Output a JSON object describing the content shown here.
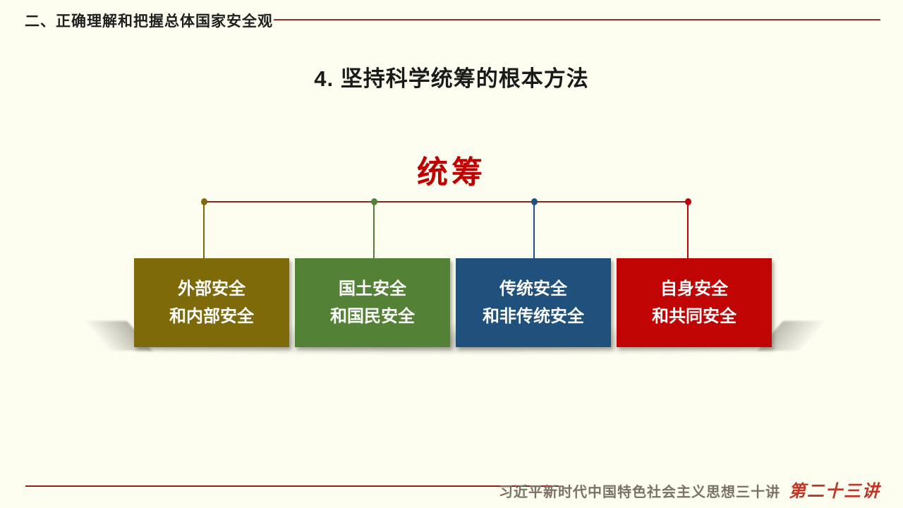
{
  "page": {
    "background": "#FDFDF0"
  },
  "header": {
    "section_label": "二、正确理解和把握总体国家安全观",
    "line_color": "#9A2A1E"
  },
  "title": {
    "text": "4. 坚持科学统筹的根本方法"
  },
  "diagram": {
    "root_label": "统筹",
    "root_color": "#C00000",
    "connector_color": "#8F2020",
    "nodes": [
      {
        "line1": "外部安全",
        "line2": "和内部安全",
        "color": "#7F6A0A"
      },
      {
        "line1": "国土安全",
        "line2": "和国民安全",
        "color": "#538135"
      },
      {
        "line1": "传统安全",
        "line2": "和非传统安全",
        "color": "#20507C"
      },
      {
        "line1": "自身安全",
        "line2": "和共同安全",
        "color": "#C00404"
      }
    ]
  },
  "footer": {
    "course_title": "习近平新时代中国特色社会主义思想三十讲",
    "lecture_number": "第二十三讲",
    "line_color": "#8F2018",
    "accent_color": "#BE3526"
  }
}
